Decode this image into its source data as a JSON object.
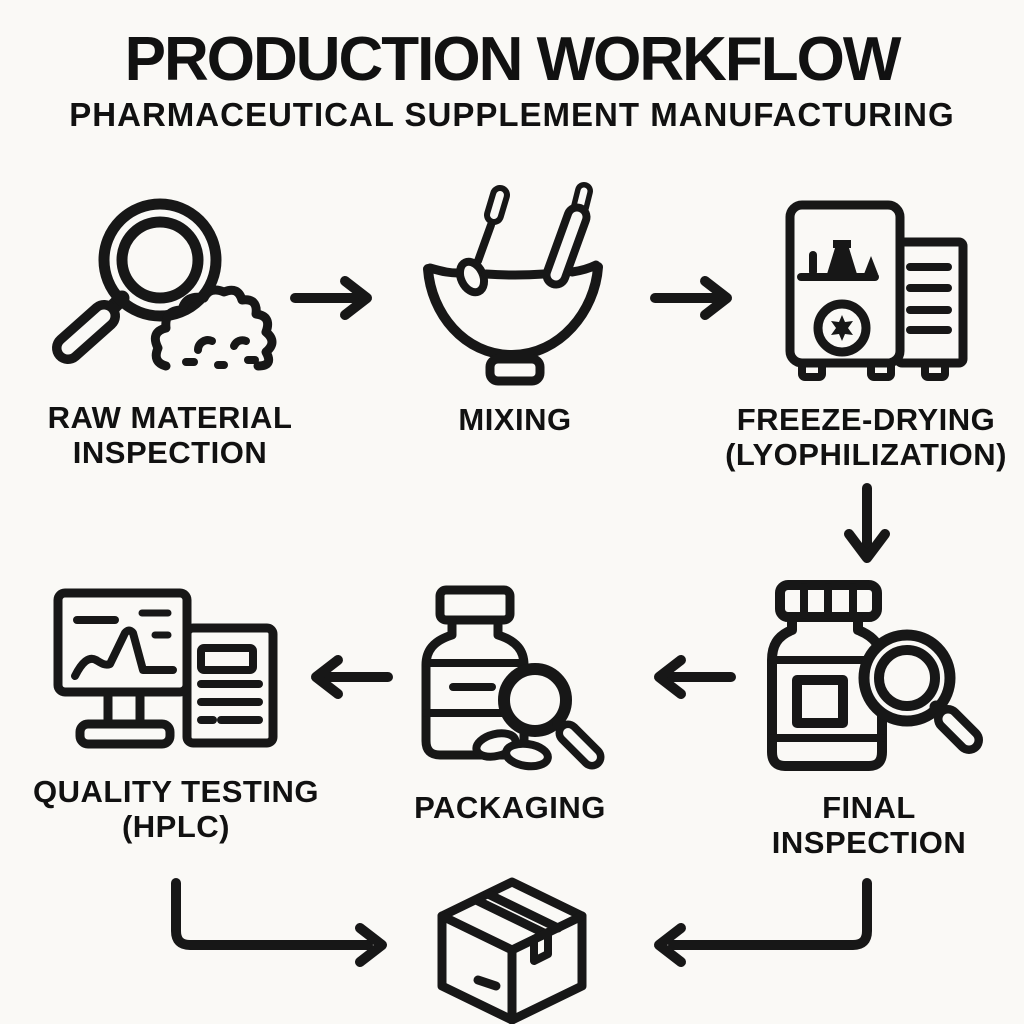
{
  "page": {
    "title": "PRODUCTION WORKFLOW",
    "subtitle": "PHARMACEUTICAL SUPPLEMENT MANUFACTURING"
  },
  "colors": {
    "background": "#FAF9F6",
    "line": "#171717",
    "text": "#111111"
  },
  "steps": {
    "raw_material_inspection": {
      "line1": "RAW MATERIAL",
      "line2": "INSPECTION",
      "icon": "magnifier-powder-icon"
    },
    "mixing": {
      "line1": "MIXING",
      "icon": "mixing-bowl-icon"
    },
    "freeze_drying": {
      "line1": "FREEZE-DRYING",
      "line2": "(LYOPHILIZATION)",
      "icon": "freeze-dryer-machine-icon"
    },
    "final_inspection": {
      "line1": "FINAL",
      "line2": "INSPECTION",
      "icon": "pill-bottle-magnifier-icon"
    },
    "packaging": {
      "line1": "PACKAGING",
      "icon": "pill-bottle-pills-magnifier-icon"
    },
    "quality_testing": {
      "line1": "QUALITY TESTING",
      "line2": "(HPLC)",
      "icon": "hplc-monitor-icon"
    },
    "shipping_box": {
      "icon": "shipping-box-icon"
    }
  },
  "flow_order": [
    "raw_material_inspection",
    "mixing",
    "freeze_drying",
    "final_inspection",
    "packaging",
    "quality_testing",
    "shipping_box"
  ]
}
